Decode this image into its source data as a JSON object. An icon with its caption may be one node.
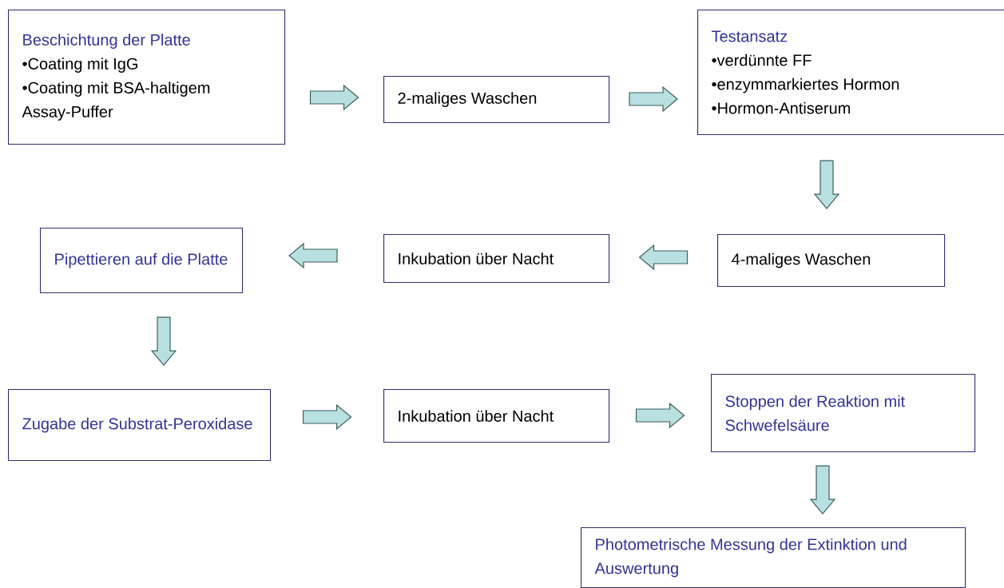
{
  "diagram": {
    "nodes": [
      {
        "text": [
          "Beschichtung der Platte",
          "•Coating mit IgG",
          "•Coating mit BSA-haltigem Assay-Puffer"
        ]
      },
      {
        "text": [
          "2-maliges Waschen"
        ]
      },
      {
        "text": [
          "Testansatz",
          "•verdünnte FF",
          "•enzymmarkiertes Hormon",
          "•Hormon-Antiserum"
        ]
      },
      {
        "text": [
          "4-maliges Waschen"
        ]
      },
      {
        "text": [
          "Inkubation über Nacht"
        ]
      },
      {
        "text": [
          "Pipettieren auf die Platte"
        ]
      },
      {
        "text": [
          "Zugabe der Substrat-Peroxidase"
        ]
      },
      {
        "text": [
          "Inkubation über Nacht"
        ]
      },
      {
        "text": [
          "Stoppen der Reaktion mit Schwefelsäure"
        ]
      },
      {
        "text": [
          "Photometrische Messung der Extinktion und Auswertung"
        ]
      }
    ],
    "edges": [
      {
        "from": 0,
        "to": 1,
        "arrow": "to"
      },
      {
        "from": 1,
        "to": 2,
        "arrow": "to"
      },
      {
        "from": 2,
        "to": 3,
        "arrow": "to"
      },
      {
        "from": 3,
        "to": 4,
        "arrow": "to"
      },
      {
        "from": 4,
        "to": 5,
        "arrow": "to"
      },
      {
        "from": 5,
        "to": 6,
        "arrow": "to"
      },
      {
        "from": 6,
        "to": 7,
        "arrow": "to"
      },
      {
        "from": 7,
        "to": 8,
        "arrow": "to"
      },
      {
        "from": 8,
        "to": 9,
        "arrow": "to"
      }
    ]
  }
}
